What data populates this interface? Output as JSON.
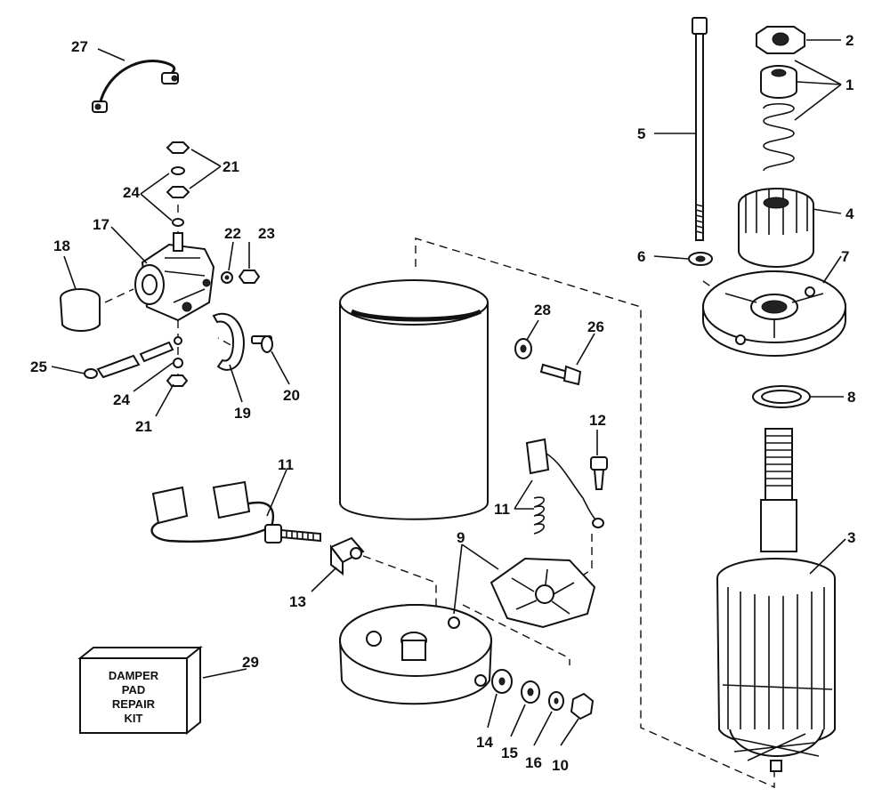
{
  "labels": {
    "l1": "1",
    "l2": "2",
    "l3": "3",
    "l4": "4",
    "l5": "5",
    "l6": "6",
    "l7": "7",
    "l8": "8",
    "l9": "9",
    "l10": "10",
    "l11a": "11",
    "l11b": "11",
    "l12": "12",
    "l13": "13",
    "l14": "14",
    "l15": "15",
    "l16": "16",
    "l17": "17",
    "l18": "18",
    "l19": "19",
    "l20": "20",
    "l21a": "21",
    "l21b": "21",
    "l22": "22",
    "l23": "23",
    "l24a": "24",
    "l24b": "24",
    "l25": "25",
    "l26": "26",
    "l27": "27",
    "l28": "28",
    "l29": "29"
  },
  "kit": {
    "line1": "DAMPER",
    "line2": "PAD",
    "line3": "REPAIR",
    "line4": "KIT"
  }
}
